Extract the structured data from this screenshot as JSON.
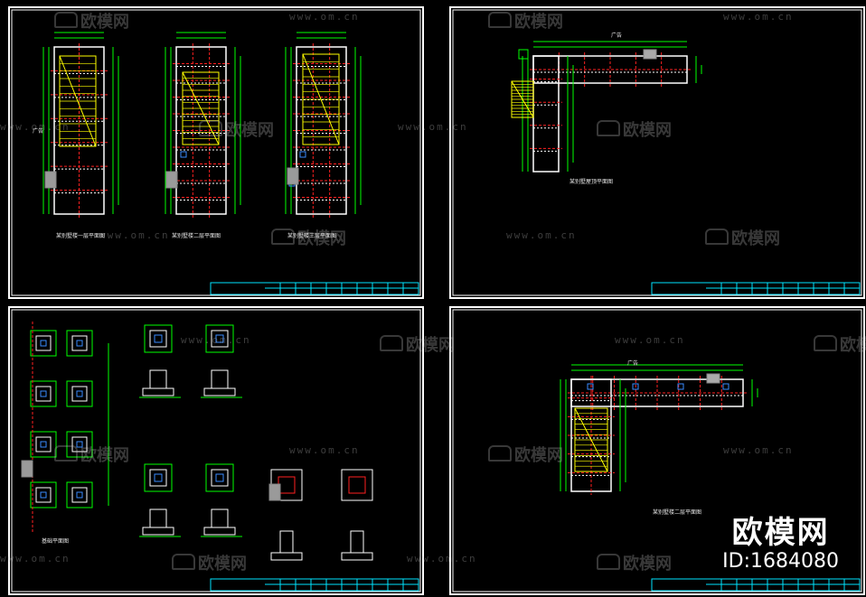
{
  "watermark": {
    "brand_text": "欧模网",
    "url_text": "www.om.cn"
  },
  "brand": {
    "title": "欧模网",
    "id_text": "ID:1684080"
  },
  "sheets": {
    "top_left": {
      "plan_labels": [
        "某别墅楼一层平面图",
        "某别墅楼二层平面图",
        "某别墅楼三层平面图"
      ],
      "side_label": "广告"
    },
    "top_right": {
      "plan_label": "某别墅屋顶平面图",
      "top_label": "广告"
    },
    "bottom_left": {
      "plan_label": "基础平面图"
    },
    "bottom_right": {
      "plan_label": "某别墅楼二层平面图",
      "top_label": "广告"
    }
  },
  "colors": {
    "frame": "#ffffff",
    "title_block": "#00e5ff",
    "wall": "#ffffff",
    "dim": "#00ff00",
    "axis": "#ff2020",
    "stair": "#ffff00",
    "column": "#3a8cff"
  }
}
